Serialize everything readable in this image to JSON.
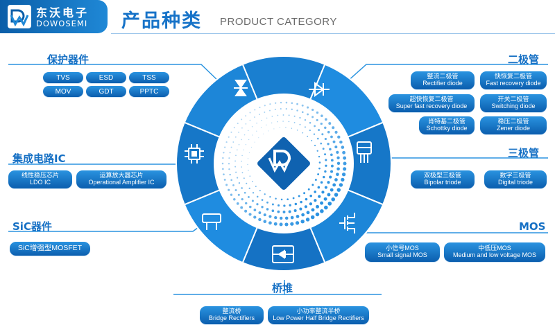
{
  "header": {
    "logo_cn": "东沃电子",
    "logo_en": "DOWOSEMI",
    "title_cn": "产品种类",
    "title_en": "PRODUCT CATEGORY"
  },
  "categories": {
    "protection": {
      "title": "保护器件",
      "items": [
        "TVS",
        "ESD",
        "TSS",
        "MOV",
        "GDT",
        "PPTC"
      ]
    },
    "ic": {
      "title": "集成电路IC",
      "items": [
        {
          "cn": "线性稳压芯片",
          "en": "LDO IC"
        },
        {
          "cn": "运算放大器芯片",
          "en": "Operational Amplifier IC"
        }
      ]
    },
    "sic": {
      "title": "SiC器件",
      "items": [
        "SiC增强型MOSFET"
      ]
    },
    "diode": {
      "title": "二极管",
      "items": [
        {
          "cn": "整流二极管",
          "en": "Rectifier diode"
        },
        {
          "cn": "快恢复二极管",
          "en": "Fast recovery diode"
        },
        {
          "cn": "超快恢复二极管",
          "en": "Super fast recovery diode"
        },
        {
          "cn": "开关二极管",
          "en": "Switching diode"
        },
        {
          "cn": "肖特基二极管",
          "en": "Schottky diode"
        },
        {
          "cn": "稳压二极管",
          "en": "Zener diode"
        }
      ]
    },
    "triode": {
      "title": "三极管",
      "items": [
        {
          "cn": "双极型三极管",
          "en": "Bipolar triode"
        },
        {
          "cn": "数字三极管",
          "en": "Digital triode"
        }
      ]
    },
    "mos": {
      "title": "MOS",
      "items": [
        {
          "cn": "小信号MOS",
          "en": "Small signal MOS"
        },
        {
          "cn": "中低压MOS",
          "en": "Medium and low voltage MOS"
        }
      ]
    },
    "bridge": {
      "title": "桥堆",
      "items": [
        {
          "cn": "整流桥",
          "en": "Bridge Rectifiers"
        },
        {
          "cn": "小功率整流半桥",
          "en": "Low Power Half Bridge Rectifiers"
        }
      ]
    }
  },
  "colors": {
    "brand_blue": "#1670c4",
    "deep_blue": "#0b4f97",
    "light_blue": "#1e90e0"
  }
}
